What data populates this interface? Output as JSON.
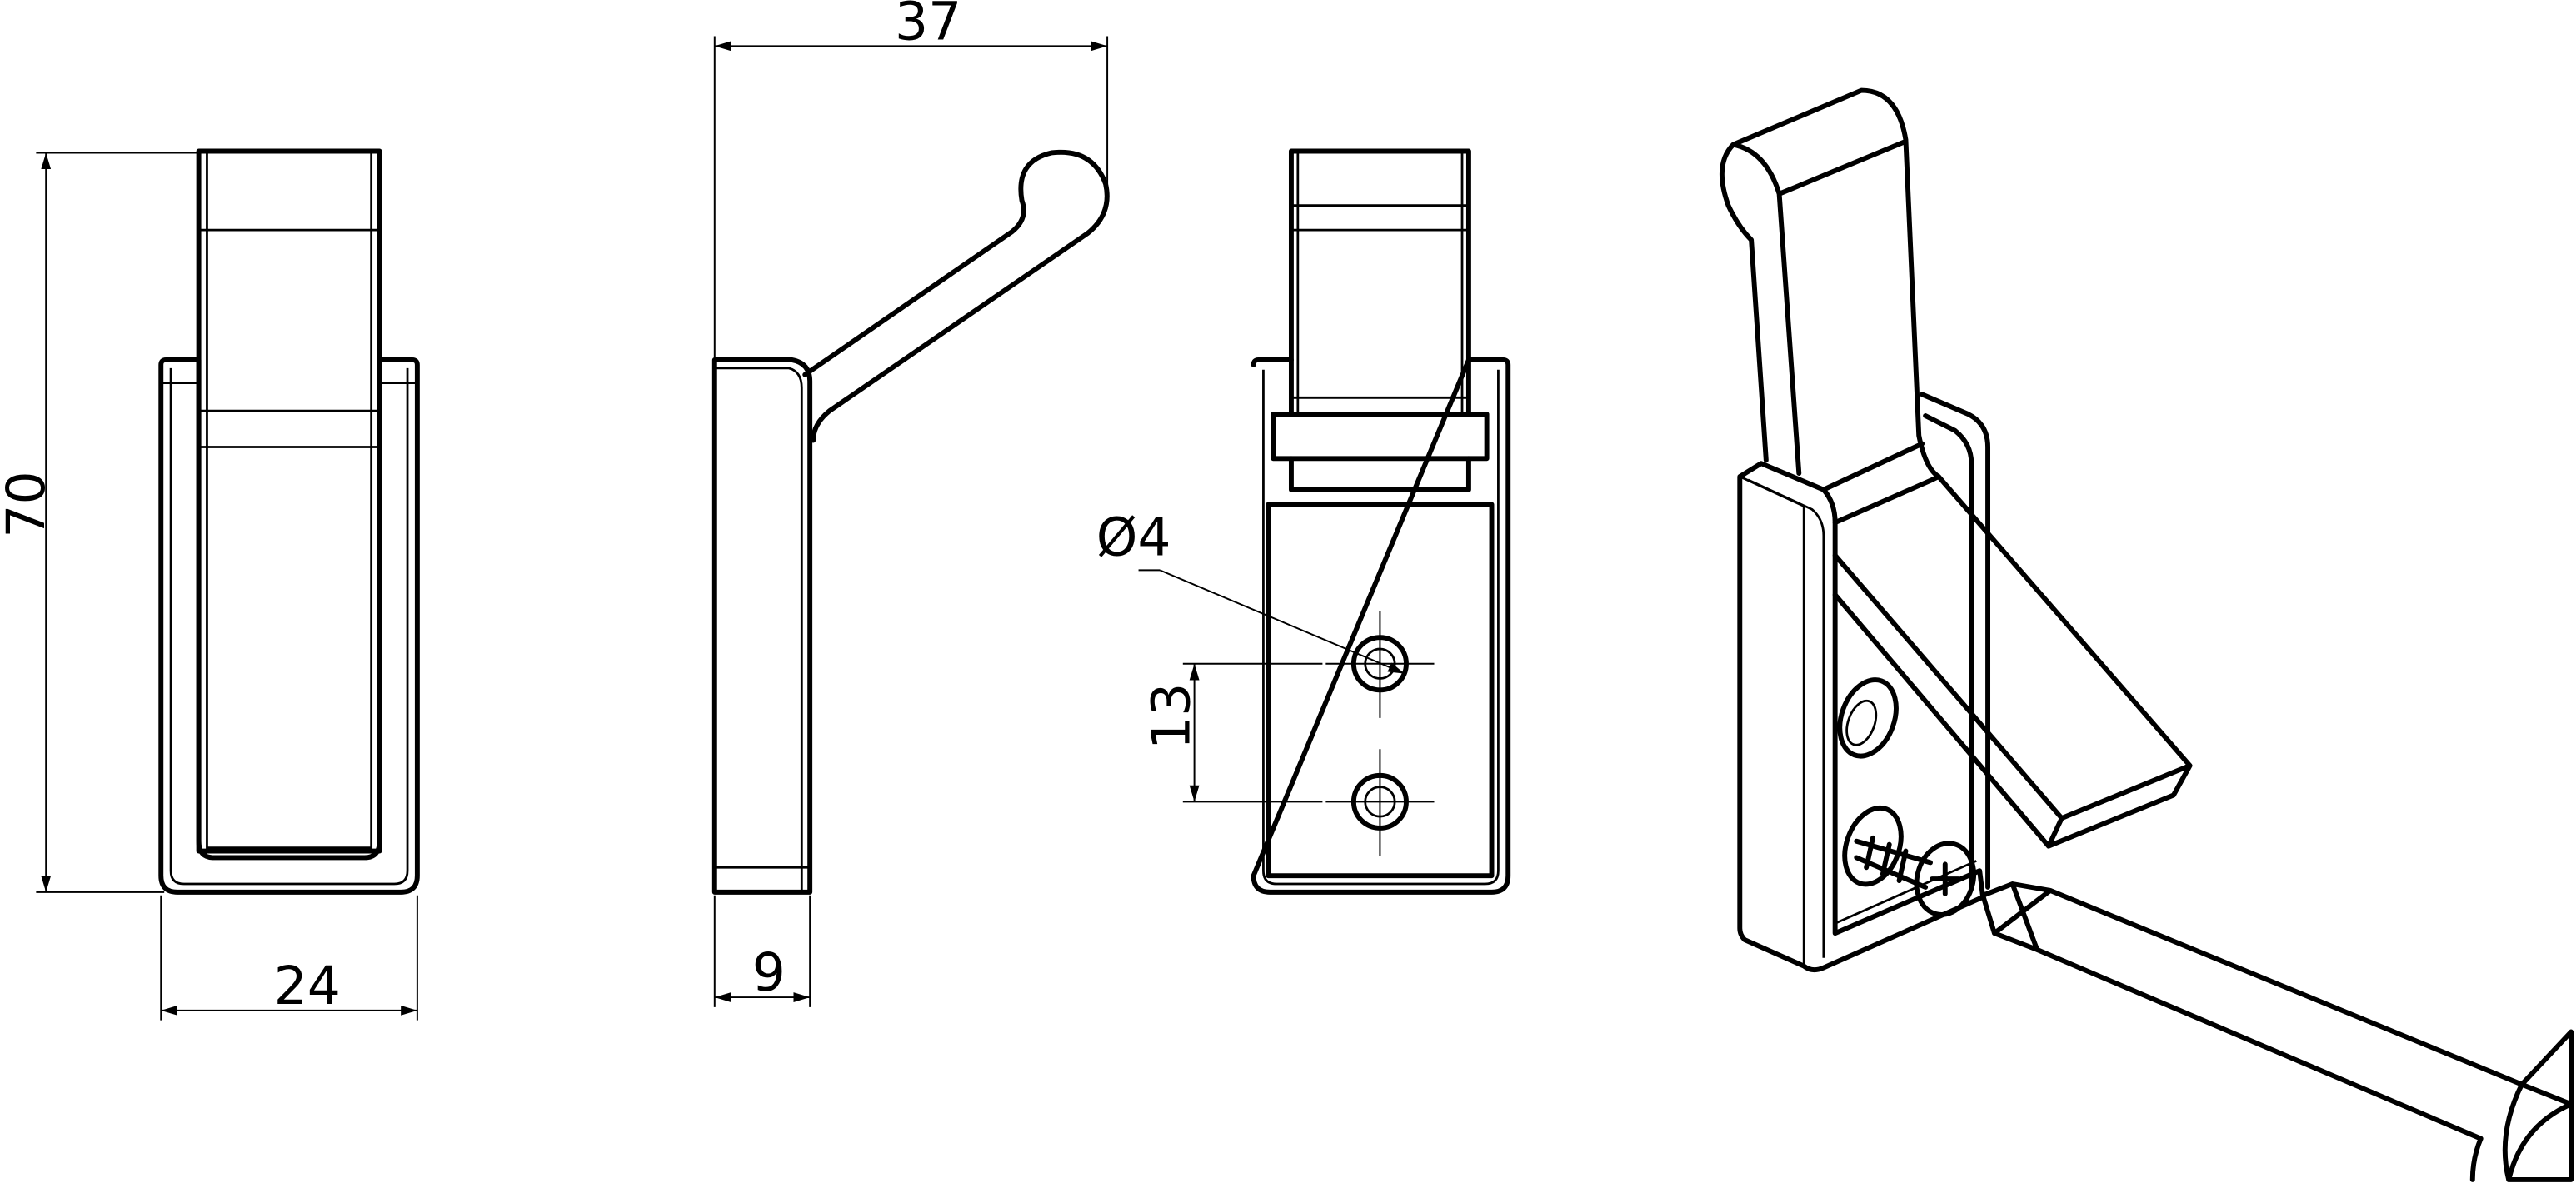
{
  "drawing": {
    "dimensions": {
      "height_total": "70",
      "width_front": "24",
      "depth_side": "37",
      "thickness": "9",
      "hole_diameter": "Ø4",
      "hole_spacing": "13"
    },
    "views": [
      "front-view",
      "side-view",
      "back-view",
      "isometric-view"
    ]
  }
}
